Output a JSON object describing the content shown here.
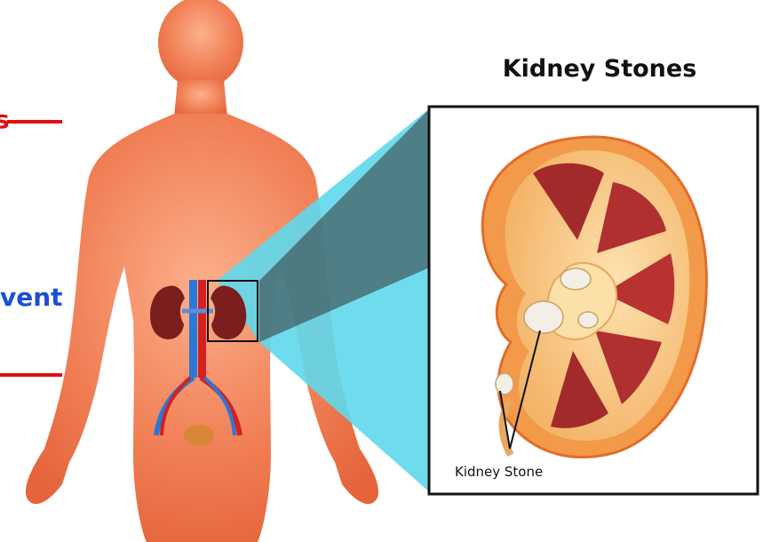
{
  "title": "Kidney Stones",
  "callout_label": "Kidney Stone",
  "left_fragments": [
    "s",
    "vent"
  ],
  "colors": {
    "skin": "#f07a4e",
    "skin_light": "#f9a882",
    "zoom_highlight": "#5fd8ec",
    "kidney_dark": "#8a2424",
    "accent_red": "#e01010",
    "accent_blue": "#1a4fd6"
  }
}
